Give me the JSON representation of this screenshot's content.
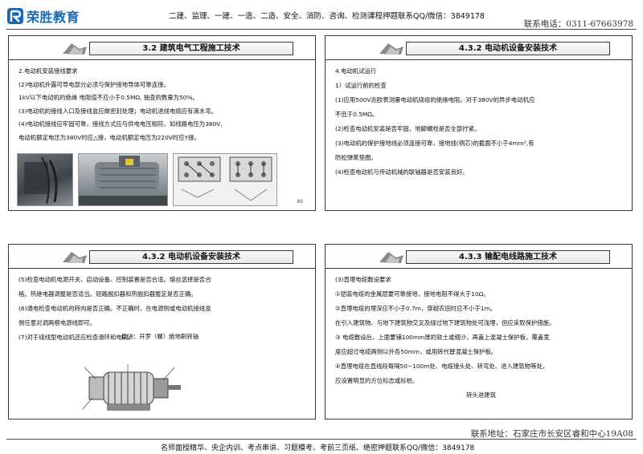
{
  "header": {
    "logo_text": "荣胜教育",
    "banner": "二建、监理、一建、一造、二造、安全、消防、咨询、检测课程押题联系QQ/微信：3849178",
    "phone": "联系电话：0311-67663978"
  },
  "footer": {
    "address": "联系地址：石家庄市长安区睿和中心19A08",
    "banner": "名师面授精华、央企内训、考点串讲、习题模考、考前三页纸、绝密押题联系QQ/微信：3849178"
  },
  "panels": {
    "p1": {
      "title": "3.2  建筑电气工程施工技术",
      "lines": [
        "2.电动机安装接线要求",
        "(2)电动机外露可导电部分必须与保护接地导体可靠连接。",
        "1kV以下电动机的绝缘 电阻值不应小于0.5MΩ, 抽查的数量为50%。",
        "(3)电动机的接线入口及接线盒应做密封处理；电动机进线电缆应有滴水弯。",
        "(4)电动机接线应牢固可靠，接线方式应与供电电压相符。如线路电压为380V,",
        "电动机额定电压为380V时应△接，电动机额定电压为220V时应Y接。"
      ],
      "page_number": "89"
    },
    "p2": {
      "title": "4.3.2 电动机设备安装技术",
      "lines": [
        "4.电动机试运行",
        "1）试运行前的检查",
        "(1)应用500V兆欧表测量电动机绕组的绝缘电阻。对于380V的异步电动机应",
        "不低于0.5MΩ。",
        "(2)检查电动机安装是否牢固，地脚螺栓是否全部拧紧。",
        "(3)电动机的保护接地线必须连接可靠，接地线(铜芯)的截面不小于4mm²,有",
        "防松弹簧垫圈。",
        "(4)检查电动机与传动机械的联轴器是否安装良好。"
      ]
    },
    "p3": {
      "title": "4.3.2 电动机设备安装技术",
      "lines": [
        "(5)检查电动机电源开关、启动设备、控制装置是否合适。熔丝选择是否合",
        "格。热继电器调整是否适当。短路脱扣器和热脱扣器整定是否正确。",
        "(6)通电检查电动机的转向是否正确。不正确时，在电源侧或电动机接线盒",
        "侧任意对调两根电源线即可。",
        "(7)对于绕线型电动机还应检查滑环和电刷。"
      ],
      "mnemonic": "口诀：开罗（螺）绝地刷转轴"
    },
    "p4": {
      "title": "4.3.3 输配电线路施工技术",
      "lines": [
        "(3)直埋电缆敷设要求",
        "①铠装电缆的金属层要可靠接地，接地电阻不得大于10Ω。",
        "②直埋电缆的埋深应不小于0.7m，穿越农田时应不小于1m。",
        "在引入建筑物、与地下建筑物交叉及绕过地下建筑物处可浅埋，但应采取保护措施。",
        "③ 电缆敷设后，上面要铺100mm厚的软土或细沙，再盖上混凝土保护板，覆盖宽",
        "度应超过电缆两侧以外各50mm，或用砖代替混凝土保护板。",
        "④直埋电缆在直线段每隔50~100m处、电缆接头处、转弯处、进入建筑物等处，",
        "应设置明显的方位标志或标桩。"
      ],
      "annotation": "转头进建筑"
    }
  }
}
